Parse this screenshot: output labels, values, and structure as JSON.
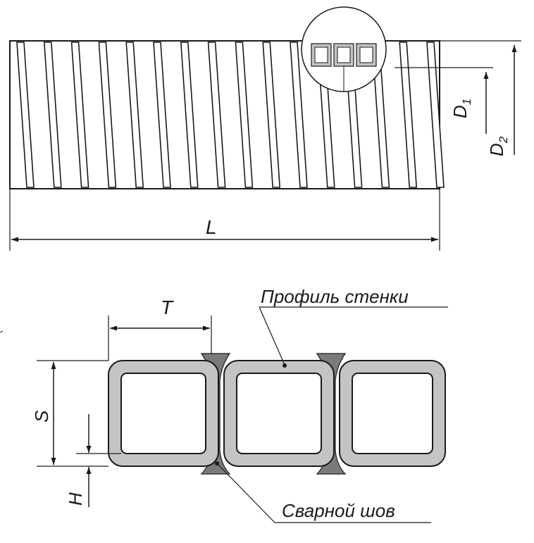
{
  "labels": {
    "length": "L",
    "inner_diameter_main": "D",
    "inner_diameter_sub": "1",
    "outer_diameter_main": "D",
    "outer_diameter_sub": "2",
    "pitch": "T",
    "profile_height": "S",
    "wall_thickness": "H",
    "wall_profile": "Профиль стенки",
    "weld_seam": "Сварной шов"
  },
  "colors": {
    "line": "#1a1a1a",
    "profile_wall": "#c4c4c4",
    "weld": "#7a7a7a",
    "background": "#ffffff"
  },
  "pipe": {
    "helix_turns": 16
  },
  "profile": {
    "cells": 3
  }
}
